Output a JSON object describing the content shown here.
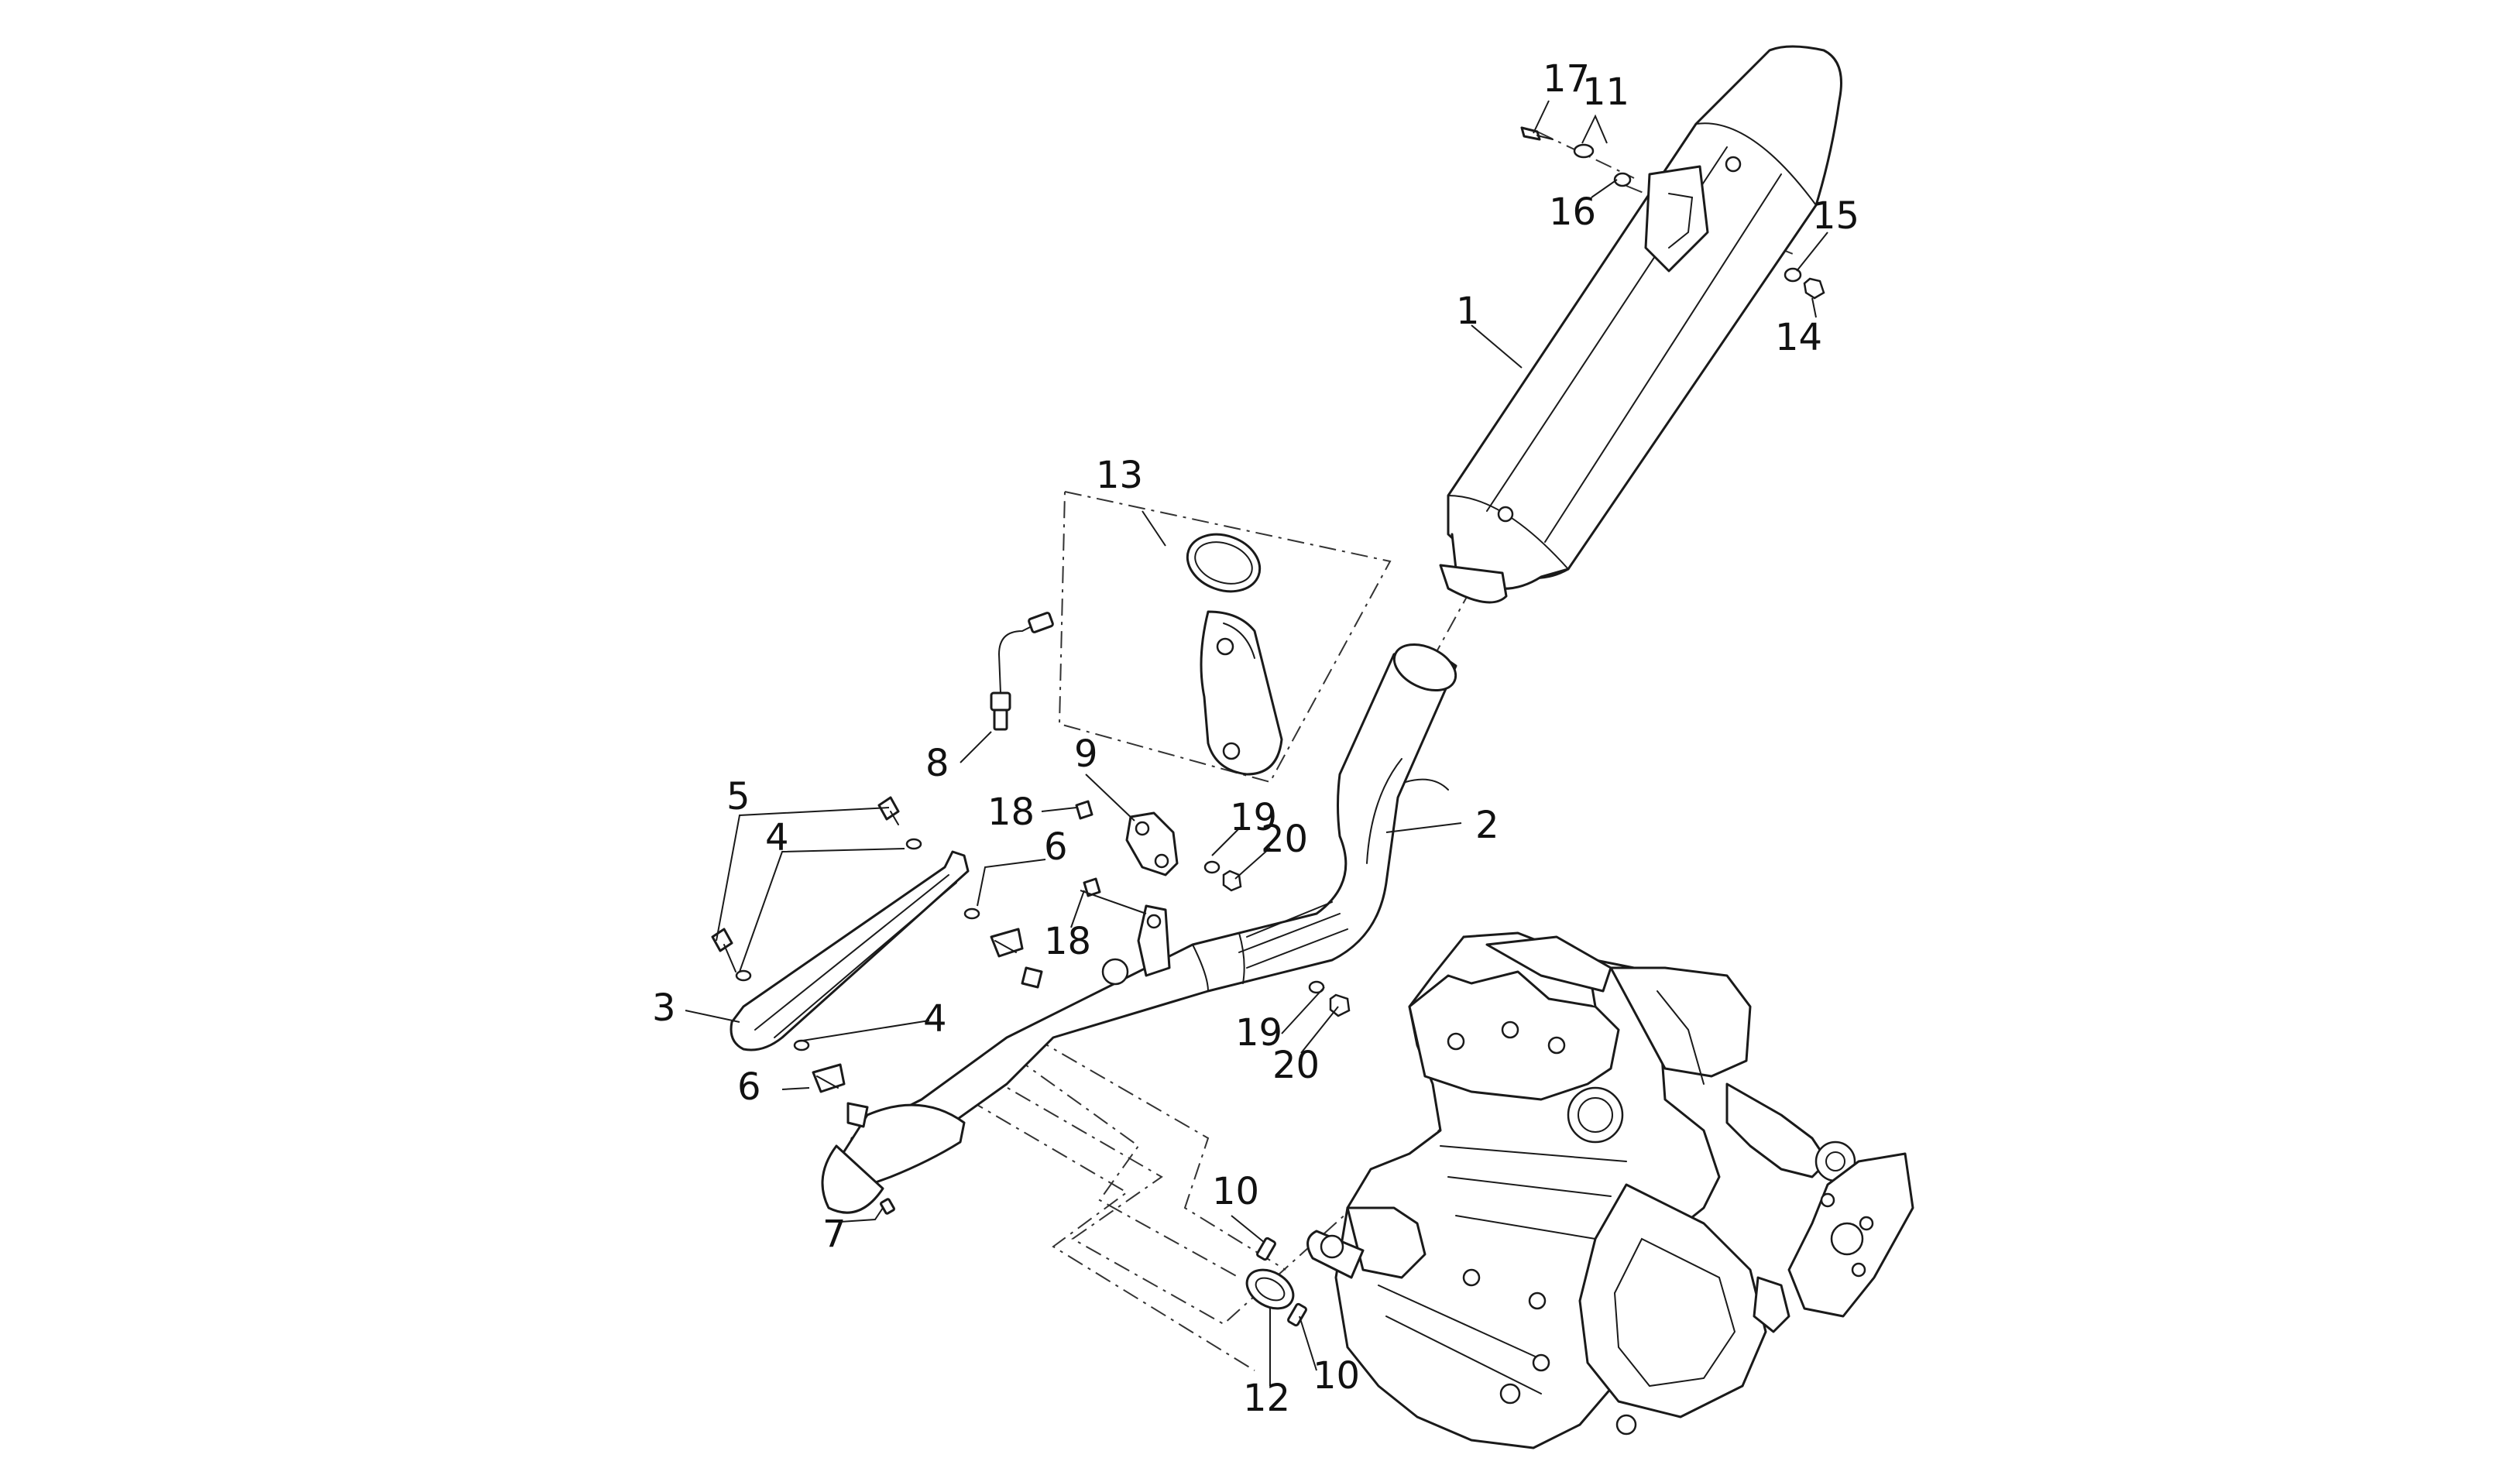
{
  "diagram": {
    "callouts": [
      {
        "id": "c1",
        "text": "1"
      },
      {
        "id": "c2",
        "text": "2"
      },
      {
        "id": "c3",
        "text": "3"
      },
      {
        "id": "c4a",
        "text": "4"
      },
      {
        "id": "c4b",
        "text": "4"
      },
      {
        "id": "c5",
        "text": "5"
      },
      {
        "id": "c6a",
        "text": "6"
      },
      {
        "id": "c6b",
        "text": "6"
      },
      {
        "id": "c7",
        "text": "7"
      },
      {
        "id": "c8",
        "text": "8"
      },
      {
        "id": "c9",
        "text": "9"
      },
      {
        "id": "c10a",
        "text": "10"
      },
      {
        "id": "c10b",
        "text": "10"
      },
      {
        "id": "c11",
        "text": "11"
      },
      {
        "id": "c12",
        "text": "12"
      },
      {
        "id": "c13",
        "text": "13"
      },
      {
        "id": "c14",
        "text": "14"
      },
      {
        "id": "c15",
        "text": "15"
      },
      {
        "id": "c16",
        "text": "16"
      },
      {
        "id": "c17",
        "text": "17"
      },
      {
        "id": "c18a",
        "text": "18"
      },
      {
        "id": "c18b",
        "text": "18"
      },
      {
        "id": "c19a",
        "text": "19"
      },
      {
        "id": "c19b",
        "text": "19"
      },
      {
        "id": "c20a",
        "text": "20"
      },
      {
        "id": "c20b",
        "text": "20"
      }
    ]
  }
}
